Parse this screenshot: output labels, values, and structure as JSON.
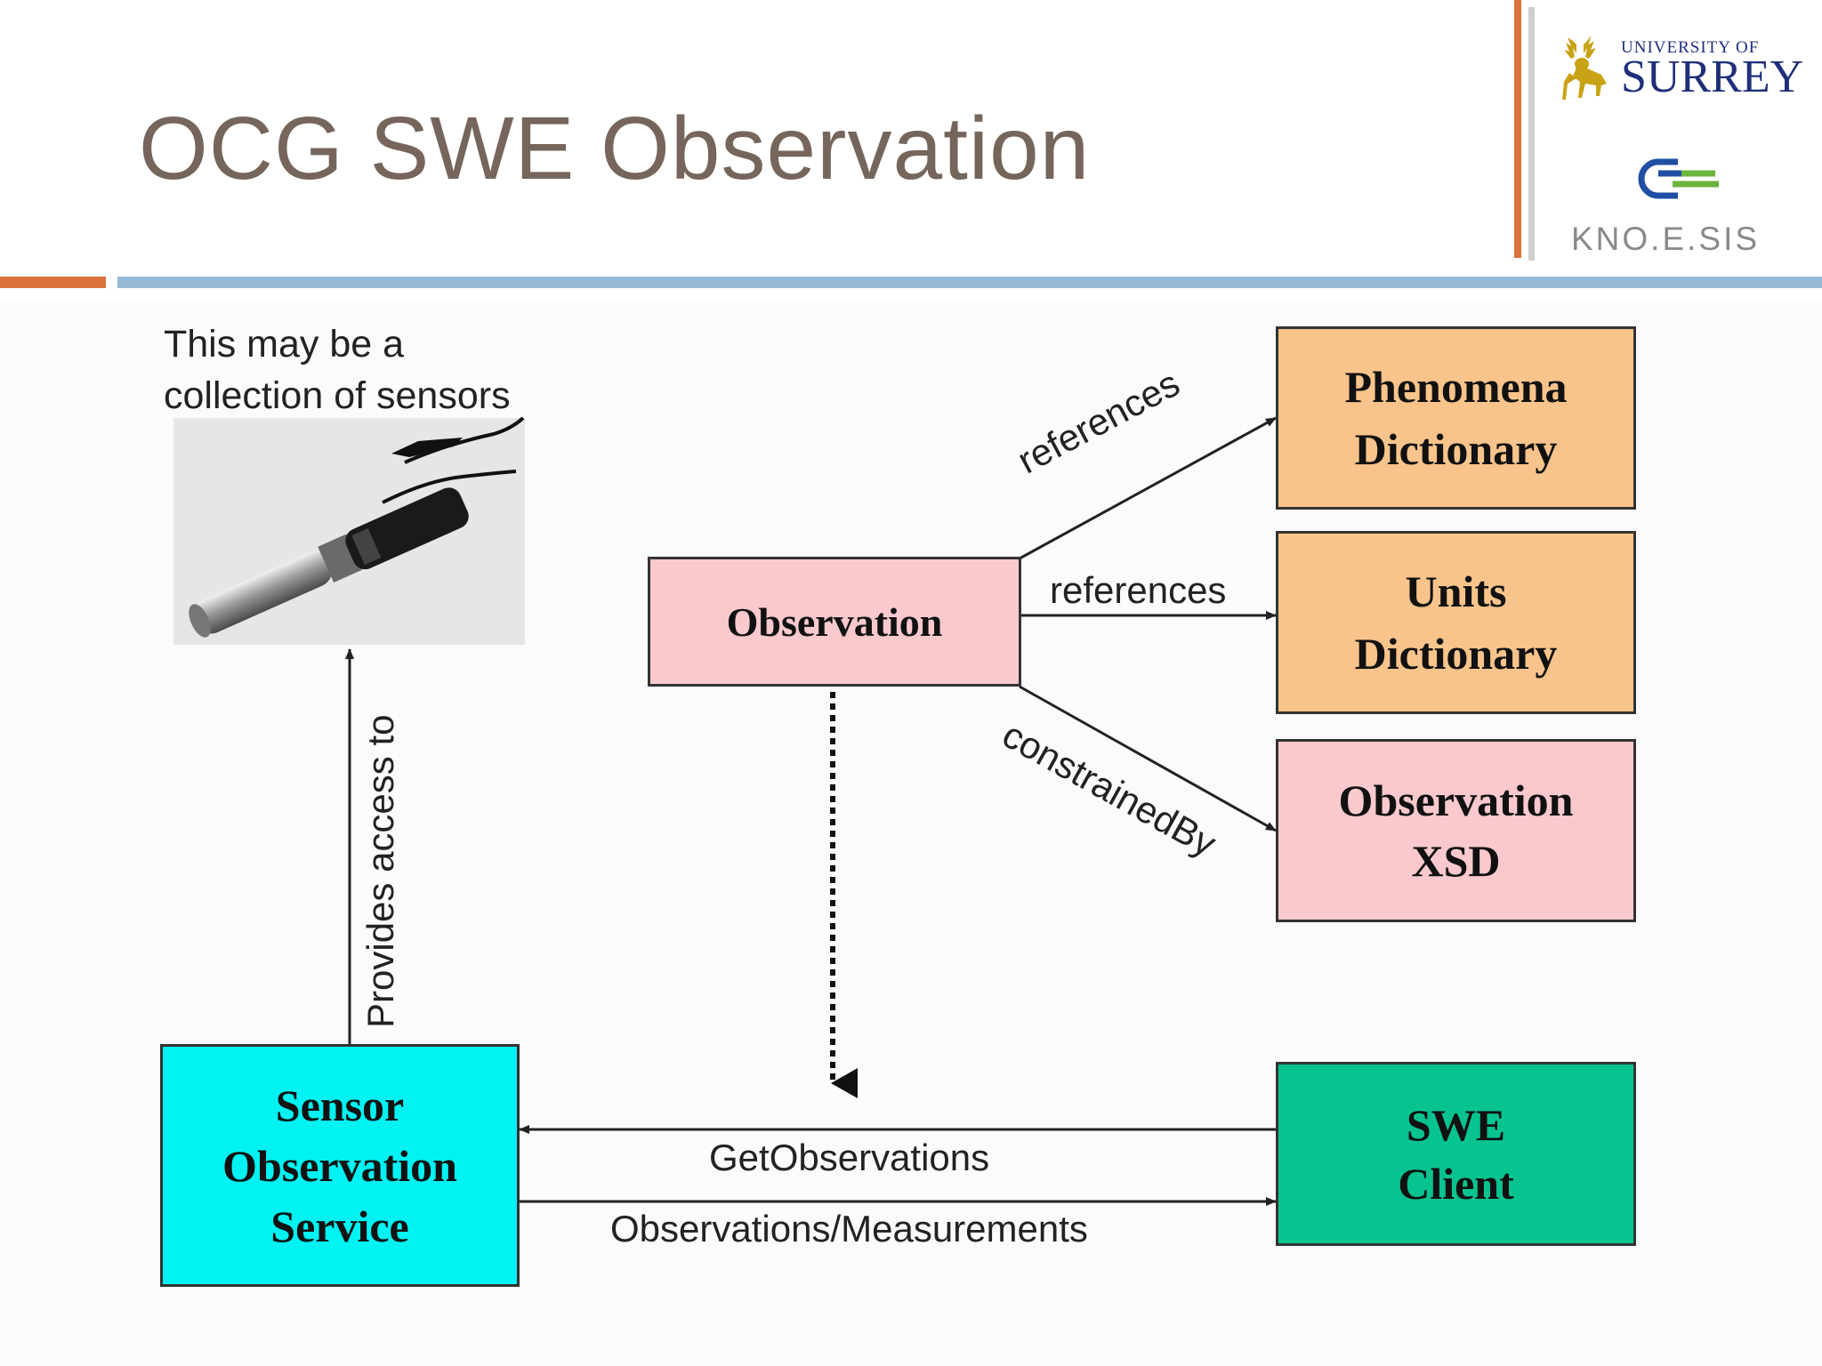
{
  "slide": {
    "title": "OCG SWE Observation"
  },
  "logos": {
    "university_small": "UNIVERSITY OF",
    "university_big": "SURREY",
    "knoesis": "KNO.E.SIS",
    "surrey_color": "#1f2f7a",
    "stag_color": "#c9a316",
    "knoesis_blue": "#1f4ea3",
    "knoesis_green": "#6cb33f"
  },
  "diagram": {
    "sensor_note_line1": "This may be a",
    "sensor_note_line2": "collection of sensors",
    "nodes": {
      "observation": "Observation",
      "phenomena_dictionary": "Phenomena\nDictionary",
      "units_dictionary": "Units\nDictionary",
      "observation_xsd": "Observation\nXSD",
      "sensor_observation_service": "Sensor\nObservation\nService",
      "swe_client": "SWE\nClient"
    },
    "edges": {
      "references_1": "references",
      "references_2": "references",
      "constrained_by": "constrainedBy",
      "provides_access_to": "Provides access to",
      "get_observations": "GetObservations",
      "observations_measurements": "Observations/Measurements"
    },
    "colors": {
      "observation": "#f9c9cd",
      "dictionary": "#f9c48b",
      "xsd": "#f9c9cd",
      "sos": "#00f2f2",
      "client": "#07c38f"
    }
  }
}
